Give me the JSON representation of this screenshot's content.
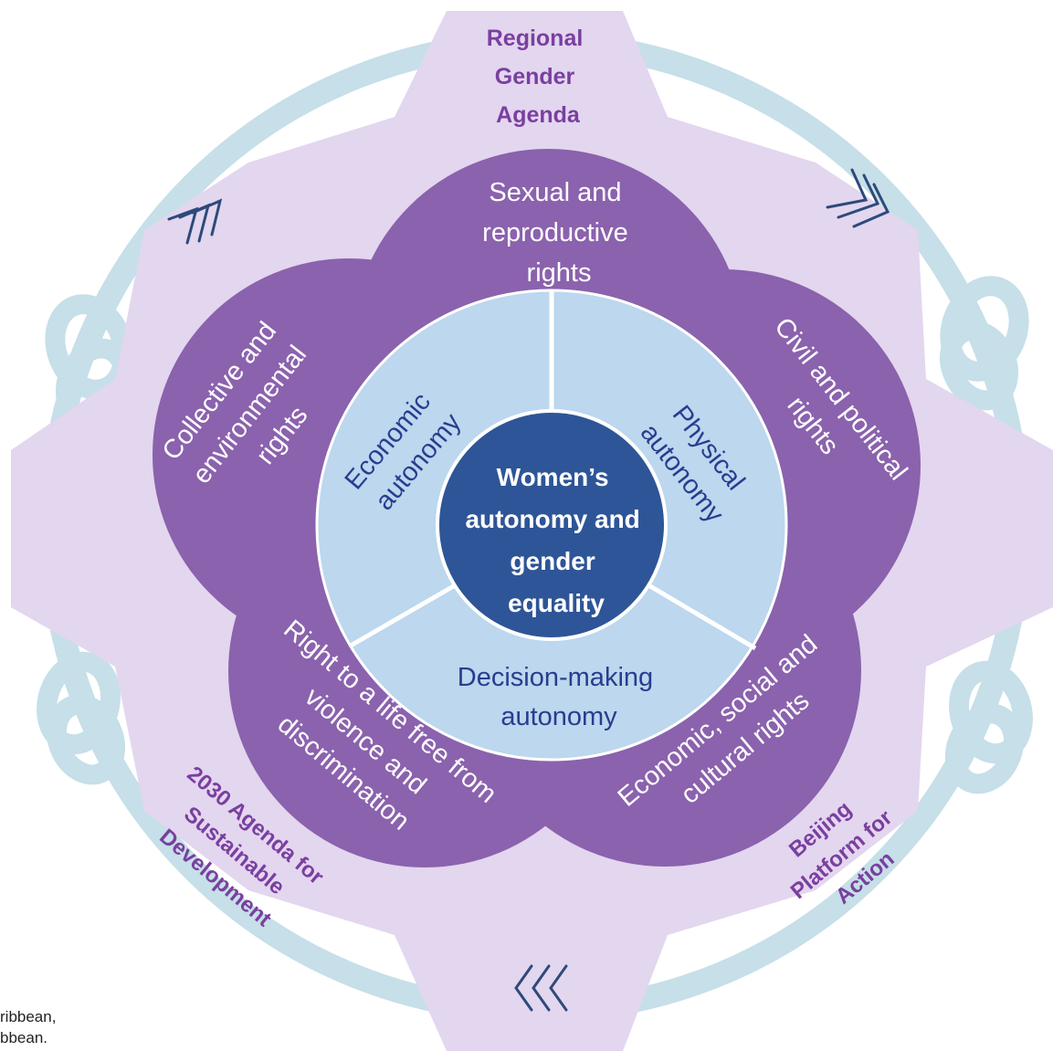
{
  "center": {
    "lines": [
      "Women’s",
      "autonomy and",
      "gender",
      "equality"
    ]
  },
  "autonomies": {
    "economic": [
      "Economic",
      "autonomy"
    ],
    "physical": [
      "Physical",
      "autonomy"
    ],
    "decision": [
      "Decision-making",
      "autonomy"
    ]
  },
  "rights": {
    "sexual": [
      "Sexual and",
      "reproductive",
      "rights"
    ],
    "civil": [
      "Civil and political",
      "rights"
    ],
    "economic_social": [
      "Economic, social and",
      "cultural rights"
    ],
    "life_free": [
      "Right to a life free from",
      "violence and",
      "discrimination"
    ],
    "collective": [
      "Collective and",
      "environmental",
      "rights"
    ]
  },
  "agendas": {
    "regional": [
      "Regional",
      "Gender",
      "Agenda"
    ],
    "beijing": [
      "Beijing",
      "Platform for",
      "Action"
    ],
    "agenda2030": [
      "2030 Agenda for",
      "Sustainable",
      "Development"
    ]
  },
  "footer": {
    "line1": "ribbean,",
    "line2": "bbean."
  },
  "colors": {
    "gear": "#e3d6ef",
    "ring": "#c6dfe8",
    "petal": "#8b62ad",
    "petal_overlap": "#6f3f97",
    "autonomy_ring": "#bcd7ee",
    "center": "#2e5597",
    "agenda_text": "#7a3fa0",
    "arrow": "#2d4a7a"
  }
}
